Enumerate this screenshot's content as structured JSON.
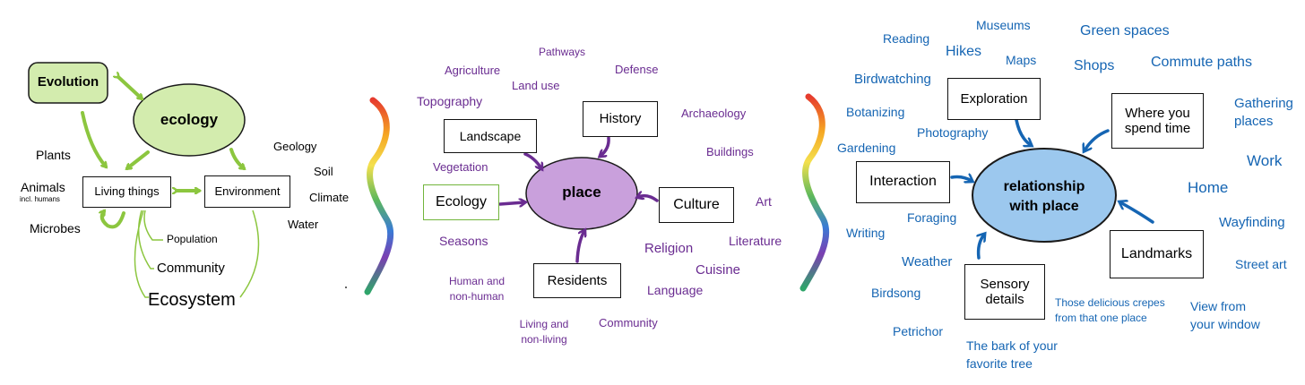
{
  "colors": {
    "green": "#8cc63f",
    "green_fill": "#d3ecae",
    "purple": "#6a2c91",
    "purple_fill": "#c9a0dc",
    "blue": "#1565b3",
    "blue_fill": "#9cc8ee",
    "ecology_box_border": "#72b53c"
  },
  "ecology": {
    "title": "ecology",
    "evolution": "Evolution",
    "living_things": "Living things",
    "environment": "Environment",
    "plants": "Plants",
    "animals": "Animals",
    "animals_note": "incl. humans",
    "microbes": "Microbes",
    "geology": "Geology",
    "soil": "Soil",
    "climate": "Climate",
    "water": "Water",
    "population": "Population",
    "community": "Community",
    "ecosystem": "Ecosystem"
  },
  "place": {
    "title": "place",
    "landscape": "Landscape",
    "history": "History",
    "ecology": "Ecology",
    "culture": "Culture",
    "residents": "Residents",
    "pathways": "Pathways",
    "agriculture": "Agriculture",
    "defense": "Defense",
    "land_use": "Land use",
    "topography": "Topography",
    "archaeology": "Archaeology",
    "buildings": "Buildings",
    "vegetation": "Vegetation",
    "art": "Art",
    "seasons": "Seasons",
    "religion": "Religion",
    "literature": "Literature",
    "cuisine": "Cuisine",
    "human_line1": "Human and",
    "human_line2": "non-human",
    "language": "Language",
    "living_line1": "Living and",
    "living_line2": "non-living",
    "community": "Community"
  },
  "relationship": {
    "title_line1": "relationship",
    "title_line2": "with place",
    "exploration": "Exploration",
    "where_line1": "Where you",
    "where_line2": "spend time",
    "interaction": "Interaction",
    "landmarks": "Landmarks",
    "sensory_line1": "Sensory",
    "sensory_line2": "details",
    "museums": "Museums",
    "reading": "Reading",
    "hikes": "Hikes",
    "maps": "Maps",
    "green_spaces": "Green spaces",
    "shops": "Shops",
    "commute_paths": "Commute paths",
    "birdwatching": "Birdwatching",
    "gathering_line1": "Gathering",
    "gathering_line2": "places",
    "botanizing": "Botanizing",
    "photography": "Photography",
    "gardening": "Gardening",
    "work": "Work",
    "home": "Home",
    "foraging": "Foraging",
    "writing": "Writing",
    "wayfinding": "Wayfinding",
    "weather": "Weather",
    "street_art": "Street art",
    "birdsong": "Birdsong",
    "crepes_line1": "Those delicious crepes",
    "crepes_line2": "from that one place",
    "view_line1": "View from",
    "view_line2": "your window",
    "petrichor": "Petrichor",
    "bark_line1": "The bark of your",
    "bark_line2": "favorite tree"
  }
}
